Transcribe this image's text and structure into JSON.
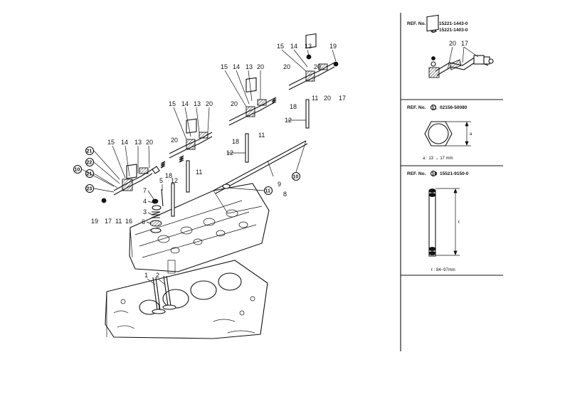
{
  "callouts": [
    {
      "id": "c1",
      "text": "1"
    },
    {
      "id": "c2",
      "text": "2"
    },
    {
      "id": "c3",
      "text": "3"
    },
    {
      "id": "c4",
      "text": "4"
    },
    {
      "id": "c5",
      "text": "5"
    },
    {
      "id": "c6",
      "text": "6"
    },
    {
      "id": "c7",
      "text": "7"
    },
    {
      "id": "c12a",
      "text": "12"
    },
    {
      "id": "c12b",
      "text": "12"
    },
    {
      "id": "c12c",
      "text": "12"
    },
    {
      "id": "c13a",
      "text": "13"
    },
    {
      "id": "c13b",
      "text": "13"
    },
    {
      "id": "c13c",
      "text": "13"
    },
    {
      "id": "c13d",
      "text": "13"
    },
    {
      "id": "c14a",
      "text": "14"
    },
    {
      "id": "c14b",
      "text": "14"
    },
    {
      "id": "c14c",
      "text": "14"
    },
    {
      "id": "c14d",
      "text": "14"
    },
    {
      "id": "c15a",
      "text": "15"
    },
    {
      "id": "c15b",
      "text": "15"
    },
    {
      "id": "c15c",
      "text": "15"
    },
    {
      "id": "c15d",
      "text": "15"
    },
    {
      "id": "c20a",
      "text": "20"
    },
    {
      "id": "c20b",
      "text": "20"
    },
    {
      "id": "c20c",
      "text": "20"
    },
    {
      "id": "c20d",
      "text": "20"
    },
    {
      "id": "c20e",
      "text": "20"
    },
    {
      "id": "c20f",
      "text": "20"
    },
    {
      "id": "c20g",
      "text": "20"
    },
    {
      "id": "c20h",
      "text": "20"
    },
    {
      "id": "c18a",
      "text": "18"
    },
    {
      "id": "c18b",
      "text": "18"
    },
    {
      "id": "c18c",
      "text": "18"
    },
    {
      "id": "c11a",
      "text": "11"
    },
    {
      "id": "c11b",
      "text": "11"
    },
    {
      "id": "c11c",
      "text": "11"
    },
    {
      "id": "c11d",
      "text": "11"
    },
    {
      "id": "c16",
      "text": "16"
    },
    {
      "id": "c17a",
      "text": "17"
    },
    {
      "id": "c17b",
      "text": "17"
    },
    {
      "id": "c19a",
      "text": "19"
    },
    {
      "id": "c19b",
      "text": "19"
    },
    {
      "id": "c9",
      "text": "9"
    },
    {
      "id": "c8",
      "text": "8"
    }
  ],
  "circled": [
    {
      "id": "k21a",
      "text": "21"
    },
    {
      "id": "k21b",
      "text": "21"
    },
    {
      "id": "k22",
      "text": "22"
    },
    {
      "id": "k23",
      "text": "23"
    },
    {
      "id": "k10",
      "text": "10"
    },
    {
      "id": "k11",
      "text": "11"
    },
    {
      "id": "k10b",
      "text": "10"
    }
  ],
  "panel1": {
    "ref_label": "REF. No.",
    "ref_mark_a": "21",
    "ref_mark_b": "22",
    "part_a": "15221-1443-0",
    "part_b": "15221-1403-0",
    "callout_20": "20",
    "callout_17": "17"
  },
  "panel2": {
    "ref_label": "REF. No.",
    "ref_mark": "11",
    "part": "02156-50080",
    "dim_symbol": "a",
    "dim_note": "a : 13 → 17 mm"
  },
  "panel3": {
    "ref_label": "REF. No.",
    "ref_mark": "10",
    "part": "15521-9150-0",
    "dim_symbol": "ℓ",
    "dim_note": "ℓ : 84~97mm"
  }
}
